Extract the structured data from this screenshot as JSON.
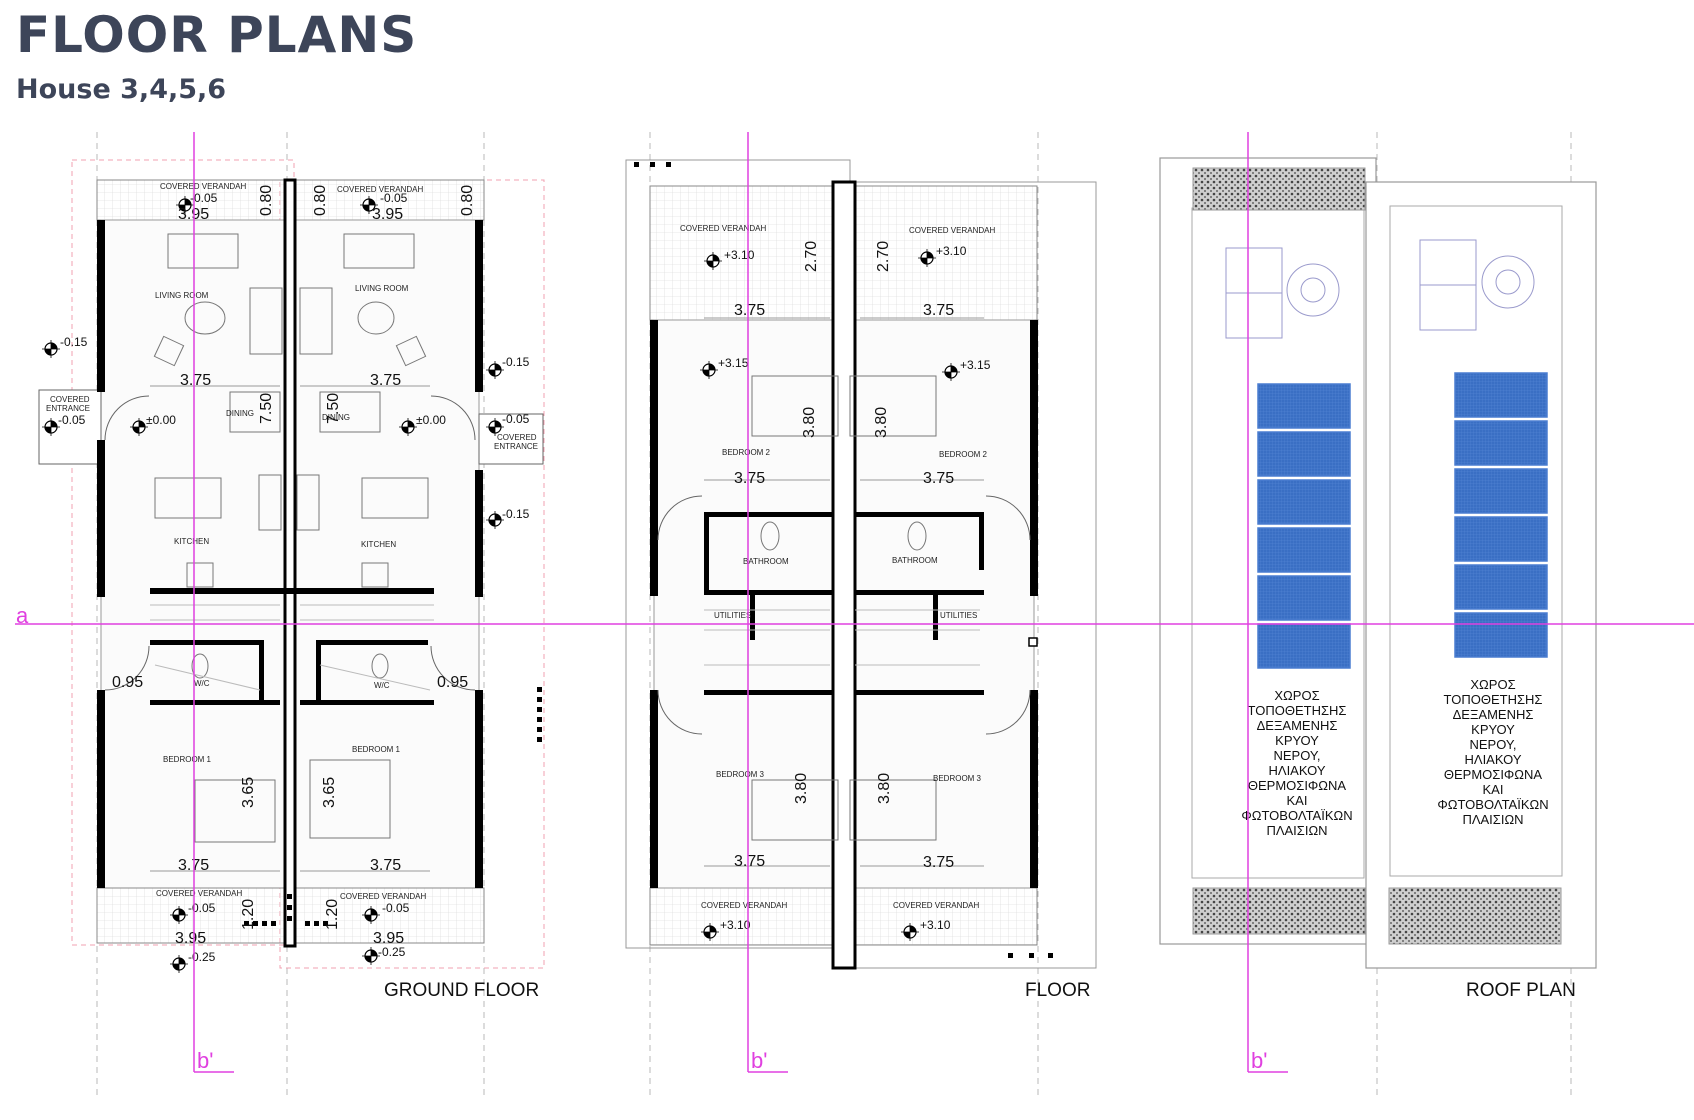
{
  "header": {
    "title": "FLOOR PLANS",
    "subtitle": "House 3,4,5,6",
    "color": "#3d4559"
  },
  "colors": {
    "section_line": "#e040e0",
    "solar_panel": "#3a6fc4",
    "wall": "#000000",
    "dim_line": "#9a9a9a",
    "property_line": "#f0a0b0"
  },
  "sections": {
    "a": "a",
    "b": "b'"
  },
  "ground_floor": {
    "title": "GROUND FLOOR",
    "rooms": {
      "verandah_top_l": "COVERED VERANDAH",
      "verandah_top_r": "COVERED VERANDAH",
      "living_l": "LIVING ROOM",
      "living_r": "LIVING ROOM",
      "dining_l": "DINING",
      "dining_r": "DINING",
      "kitchen_l": "KITCHEN",
      "kitchen_r": "KITCHEN",
      "entrance_l_1": "COVERED",
      "entrance_l_2": "ENTRANCE",
      "entrance_r_1": "COVERED",
      "entrance_r_2": "ENTRANCE",
      "wc_l": "W/C",
      "wc_r": "W/C",
      "bedroom_l": "BEDROOM 1",
      "bedroom_r": "BEDROOM 1",
      "verandah_bot_l": "COVERED VERANDAH",
      "verandah_bot_r": "COVERED VERANDAH"
    },
    "levels": {
      "v_top_l": "-0.05",
      "v_top_r": "-0.05",
      "out_l_1": "-0.15",
      "entr_l": "-0.05",
      "main_l": "±0.00",
      "main_r": "±0.00",
      "out_r_1": "-0.15",
      "entr_r": "-0.05",
      "out_r_2": "-0.15",
      "v_bot_l": "-0.05",
      "v_bot_r": "-0.05",
      "ext_bot_l": "-0.25",
      "ext_bot_r": "-0.25"
    },
    "dims": {
      "w_top_l": "3.95",
      "w_top_r": "3.95",
      "d_top_1": "0.80",
      "d_top_2": "0.80",
      "d_top_3": "0.80",
      "w_liv_l": "3.75",
      "w_liv_r": "3.75",
      "h_mid_l": "7.50",
      "h_mid_r": "7.50",
      "side_l": "0.95",
      "side_r": "0.95",
      "h_bed_l": "3.65",
      "h_bed_r": "3.65",
      "w_bed_l": "3.75",
      "w_bed_r": "3.75",
      "d_bot_1": "1.20",
      "d_bot_2": "1.20",
      "w_bot_l": "3.95",
      "w_bot_r": "3.95"
    }
  },
  "first_floor": {
    "title": "FLOOR",
    "rooms": {
      "verandah_top_l": "COVERED VERANDAH",
      "verandah_top_r": "COVERED VERANDAH",
      "bedroom2_l": "BEDROOM 2",
      "bedroom2_r": "BEDROOM 2",
      "bath_l": "BATHROOM",
      "bath_r": "BATHROOM",
      "util_l": "UTILITIES",
      "util_r": "UTILITIES",
      "bedroom3_l": "BEDROOM 3",
      "bedroom3_r": "BEDROOM 3",
      "verandah_bot_l": "COVERED VERANDAH",
      "verandah_bot_r": "COVERED VERANDAH"
    },
    "levels": {
      "v_top_l": "+3.10",
      "v_top_r": "+3.10",
      "bed_l": "+3.15",
      "bed_r": "+3.15",
      "v_bot_l": "+3.10",
      "v_bot_r": "+3.10"
    },
    "dims": {
      "h_ver_l": "2.70",
      "h_ver_r": "2.70",
      "w_ver_l": "3.75",
      "w_ver_r": "3.75",
      "h_bed2_l": "3.80",
      "h_bed2_r": "3.80",
      "w_bed2_l": "3.75",
      "w_bed2_r": "3.75",
      "h_bed3_l": "3.80",
      "h_bed3_r": "3.80",
      "w_bed3_l": "3.75",
      "w_bed3_r": "3.75"
    }
  },
  "roof": {
    "title": "ROOF PLAN",
    "note_l": [
      "ΧΩΡΟΣ",
      "ΤΟΠΟΘΕΤΗΣΗΣ",
      "ΔΕΞΑΜΕΝΗΣ",
      "ΚΡΥΟΥ",
      "ΝΕΡΟΥ,",
      "ΗΛΙΑΚΟΥ",
      "ΘΕΡΜΟΣΙΦΩΝΑ",
      "ΚΑΙ",
      "ΦΩΤΟΒΟΛΤΑΪΚΩΝ",
      "ΠΛΑΙΣΙΩΝ"
    ],
    "note_r": [
      "ΧΩΡΟΣ",
      "ΤΟΠΟΘΕΤΗΣΗΣ",
      "ΔΕΞΑΜΕΝΗΣ",
      "ΚΡΥΟΥ",
      "ΝΕΡΟΥ,",
      "ΗΛΙΑΚΟΥ",
      "ΘΕΡΜΟΣΙΦΩΝΑ",
      "ΚΑΙ",
      "ΦΩΤΟΒΟΛΤΑΪΚΩΝ",
      "ΠΛΑΙΣΙΩΝ"
    ]
  }
}
